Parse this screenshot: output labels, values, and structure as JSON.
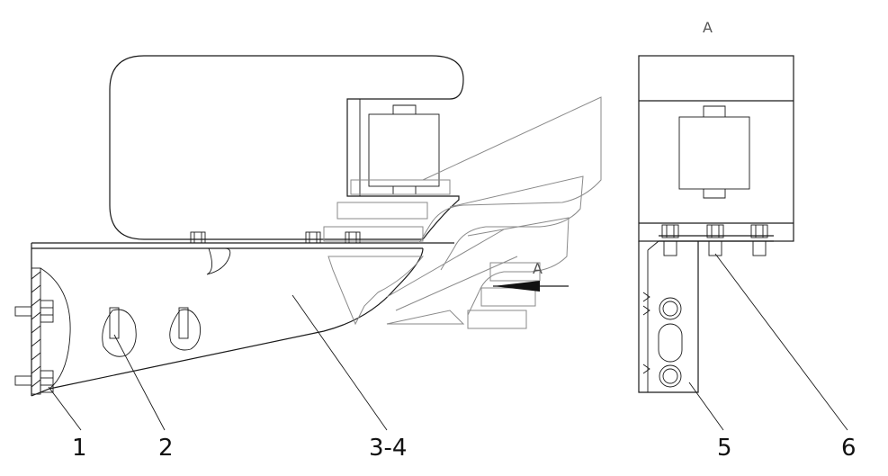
{
  "drawing": {
    "view_label": "A",
    "arrow_label": "A",
    "callouts": [
      {
        "id": "c1",
        "text": "1"
      },
      {
        "id": "c2",
        "text": "2"
      },
      {
        "id": "c34",
        "text": "3-4"
      },
      {
        "id": "c5",
        "text": "5"
      },
      {
        "id": "c6",
        "text": "6"
      }
    ]
  }
}
